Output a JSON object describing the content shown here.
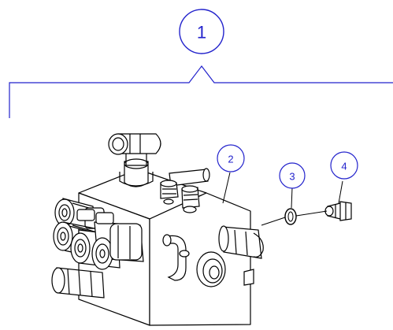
{
  "colors": {
    "callout": "#2222cc",
    "line": "#000000",
    "background": "#ffffff"
  },
  "callouts": {
    "assembly": "1",
    "valve_block": "2",
    "o_ring": "3",
    "plug": "4"
  }
}
